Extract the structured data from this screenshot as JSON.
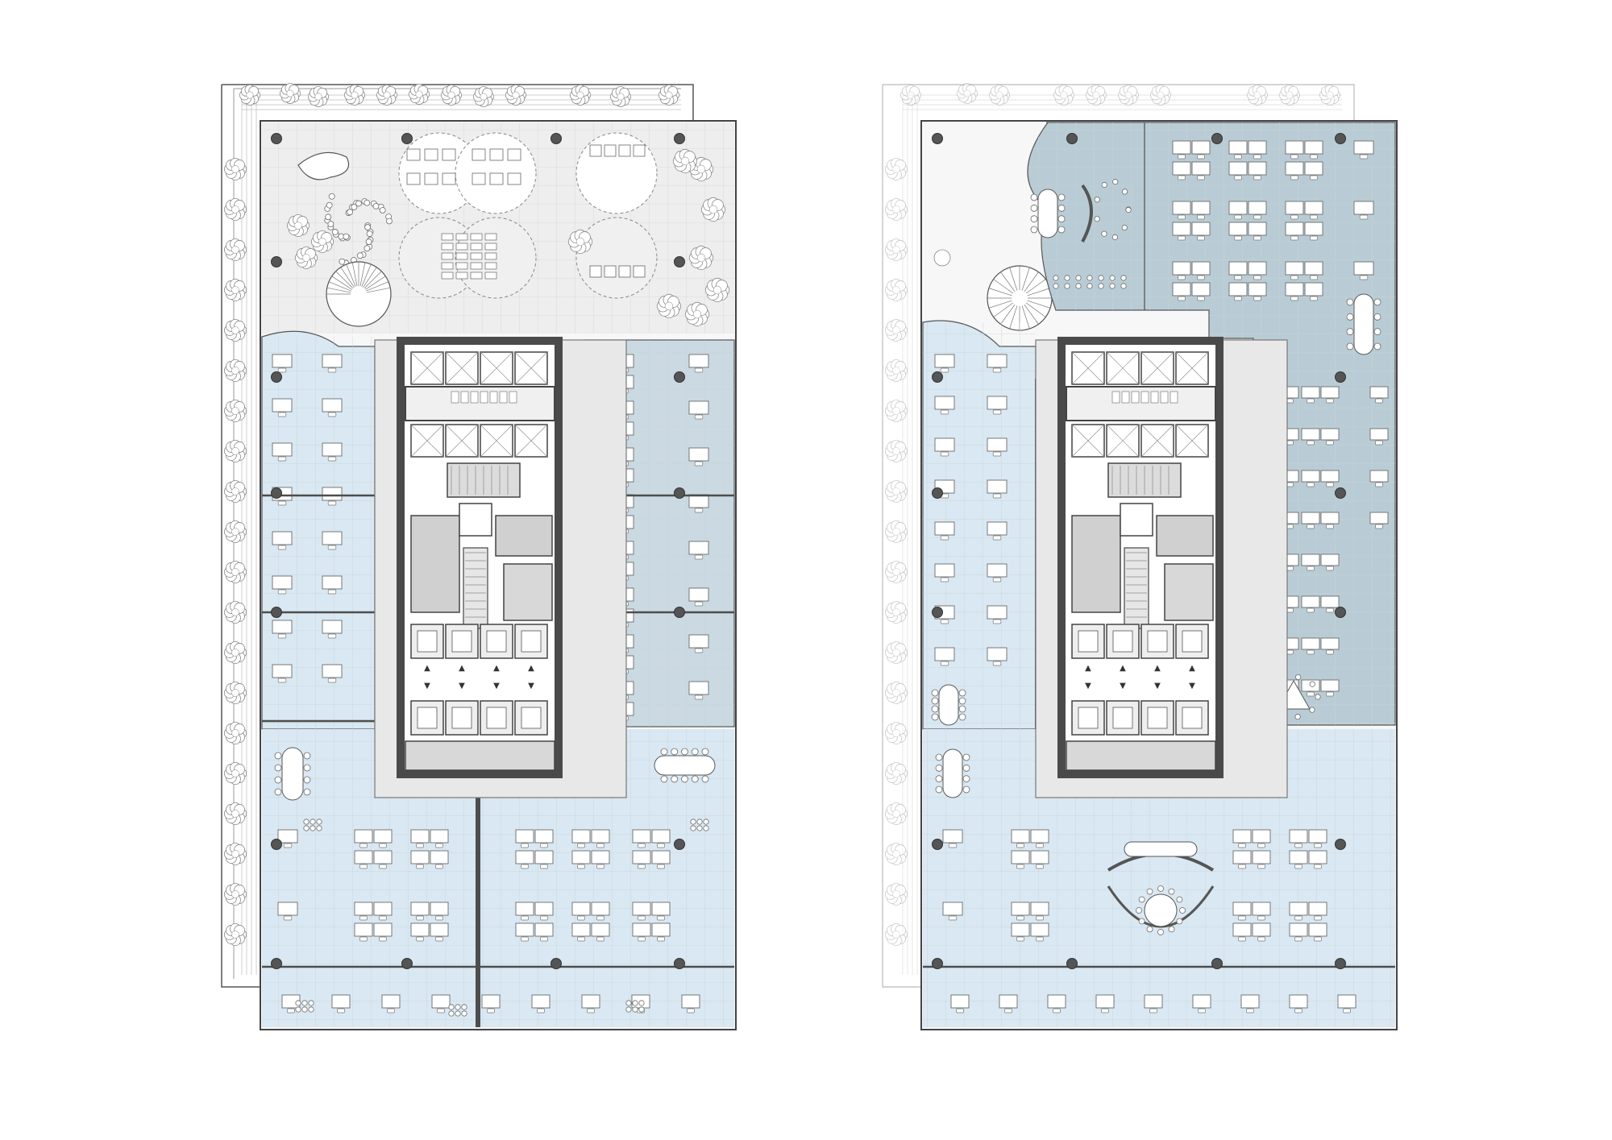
{
  "drawing": {
    "kind": "architectural floor plans, two office floors side by side",
    "plans": [
      {
        "id": "plan-left",
        "has_terrace": true,
        "zones": [
          "terrace",
          "west-wing",
          "east-wing",
          "south-wing"
        ]
      },
      {
        "id": "plan-right",
        "has_terrace": false,
        "zones": [
          "west-wing",
          "north-east-wing",
          "east-wing",
          "south-wing"
        ]
      }
    ],
    "core_elevator_arrows": [
      "▲",
      "▲",
      "▲",
      "▲",
      "▼",
      "▼",
      "▼",
      "▼"
    ],
    "colors": {
      "background": "#ffffff",
      "floor_grey": "#eeeeee",
      "light_blue": "#d9e8f2",
      "mid_blue": "#cad9e2",
      "slate_blue": "#b9ccd5",
      "wall_dark": "#4a4a4a",
      "column": "#555555",
      "line": "#666666",
      "grid": "#c8d2d8"
    }
  }
}
